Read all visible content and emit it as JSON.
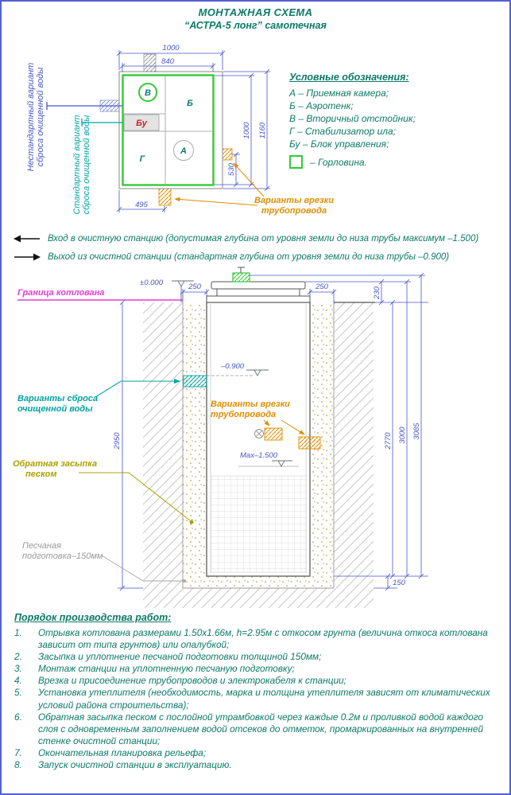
{
  "title": {
    "line1": "МОНТАЖНАЯ СХЕМА",
    "line2": "“АСТРА-5 лонг” самотечная"
  },
  "plan": {
    "dim_top_outer": "1000",
    "dim_top_inner": "840",
    "dim_right_inner": "1000",
    "dim_right_outer": "1160",
    "dim_530": "530",
    "dim_495": "495",
    "label_v": "В",
    "label_b": "Б",
    "label_bu": "Бу",
    "label_g": "Г",
    "label_a": "А",
    "note_nonstd_1": "Нестандартный вариант",
    "note_nonstd_2": "сброса очищенной воды",
    "note_std_1": "Стандартный вариант",
    "note_std_2": "сброса очищенной воды",
    "vrezka_1": "Варианты врезки",
    "vrezka_2": "трубопровода"
  },
  "legend": {
    "title": "Условные обозначения:",
    "items": [
      "А – Приемная камера;",
      "Б – Аэротенк;",
      "В – Вторичный отстойник;",
      "Г – Стабилизатор ила;",
      "Бу – Блок управления;"
    ],
    "gorlovina_label": "– Горловина."
  },
  "flow_notes": {
    "inlet": "Вход в очистную станцию (допустимая глубина от уровня земли до низа трубы максимум –1.500)",
    "outlet": "Выход из очистной станции (стандартная глубина от уровня земли до низа трубы –0.900)"
  },
  "section": {
    "level_zero": "±0.000",
    "level_0900": "–0.900",
    "level_max": "Max–1.500",
    "dim_250_left": "250",
    "dim_250_right": "250",
    "dim_230": "230",
    "dim_2950": "2950",
    "dim_2770": "2770",
    "dim_3000": "3000",
    "dim_3085": "3085",
    "dim_150": "150",
    "granitsa": "Граница котлована",
    "sbros_1": "Варианты сброса",
    "sbros_2": "очищенной воды",
    "vrezka_1": "Варианты врезки",
    "vrezka_2": "трубопровода",
    "zasypka_1": "Обратная засыпка",
    "zasypka_2": "песком",
    "podgotovka_1": "Песчаная",
    "podgotovka_2": "подготовка–150мм"
  },
  "work_order": {
    "title": "Порядок производства работ:",
    "items": [
      {
        "num": "1.",
        "text": "Отрывка котлована размерами 1.50х1.66м, h=2.95м с откосом грунта (величина откоса котлована зависит от типа грунтов) или опалубкой;"
      },
      {
        "num": "2.",
        "text": "Засыпка и уплотнение песчаной подготовки толщиной 150мм;"
      },
      {
        "num": "3.",
        "text": "Монтаж станции на уплотненную песчаную подготовку;"
      },
      {
        "num": "4.",
        "text": "Врезка и присоединение трубопроводов и электрокабеля к станции;"
      },
      {
        "num": "5.",
        "text": "Установка утеплителя (необходимость, марка и толщина утеплителя зависят от климатических условий района строительства);"
      },
      {
        "num": "6.",
        "text": "Обратная засыпка песком с послойной утрамбовкой через каждые 0.2м и проливкой водой каждого слоя с одновременным заполнением водой отсеков до отметок, промаркированных на внутренней стенке очистной станции;"
      },
      {
        "num": "7.",
        "text": "Окончательная планировка рельефа;"
      },
      {
        "num": "8.",
        "text": "Запуск очистной станции в эксплуатацию."
      }
    ]
  }
}
